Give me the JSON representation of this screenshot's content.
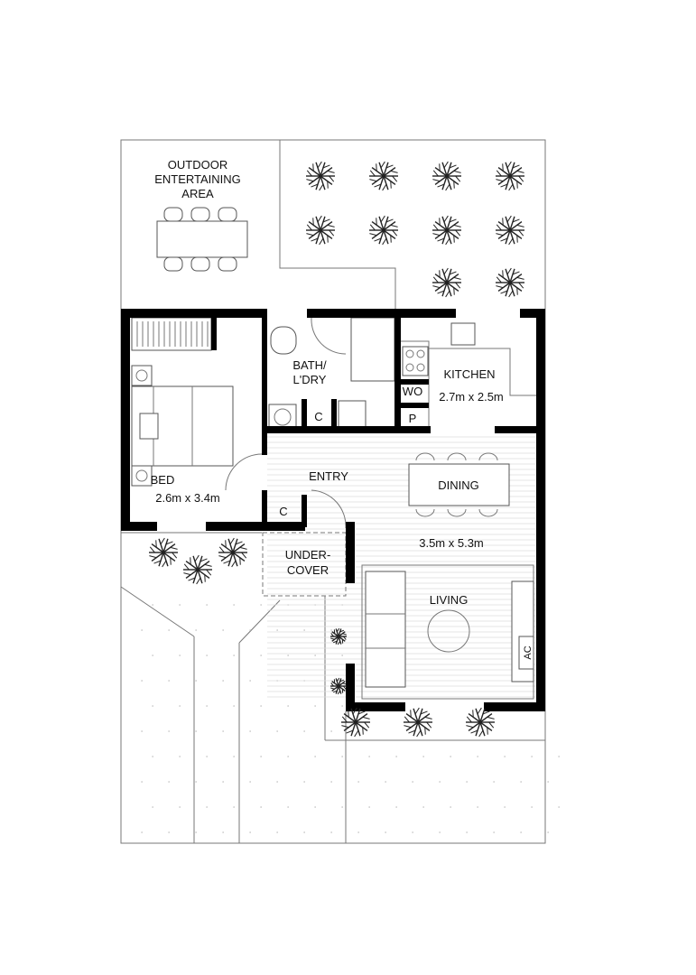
{
  "plan": {
    "outdoor_area": [
      "OUTDOOR",
      "ENTERTAINING",
      "AREA"
    ],
    "bath": [
      "BATH/",
      "L'DRY"
    ],
    "kitchen": {
      "name": "KITCHEN",
      "size": "2.7m x 2.5m"
    },
    "wo": "WO",
    "pantry": "P",
    "bath_cupboard": "C",
    "entry_cupboard": "C",
    "bed": {
      "name": "BED",
      "size": "2.6m x 3.4m"
    },
    "entry": "ENTRY",
    "dining": "DINING",
    "living_size": "3.5m x 5.3m",
    "undercover": [
      "UNDER-",
      "COVER"
    ],
    "living": "LIVING",
    "ac": "AC"
  },
  "colors": {
    "wall": "#000000",
    "line": "#777777",
    "paving": "#bbbbbb"
  }
}
